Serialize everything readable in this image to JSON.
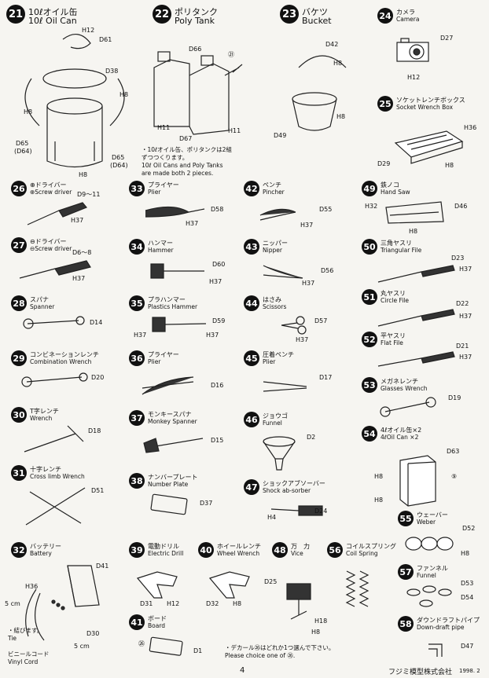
{
  "items": [
    {
      "num": "21",
      "jp": "10ℓオイル缶",
      "en": "10ℓ Oil Can",
      "parts": [
        "H12",
        "D61",
        "D38",
        "H8",
        "H8",
        "D65",
        "(D64)",
        "D65",
        "(D64)",
        "H8"
      ]
    },
    {
      "num": "22",
      "jp": "ポリタンク",
      "en": "Poly Tank",
      "parts": [
        "D66",
        "H11",
        "D67",
        "H11",
        "㉑"
      ]
    },
    {
      "num": "23",
      "jp": "バケツ",
      "en": "Bucket",
      "parts": [
        "D42",
        "H8",
        "H8",
        "D49"
      ]
    },
    {
      "num": "24",
      "jp": "カメラ",
      "en": "Camera",
      "parts": [
        "D27",
        "H12"
      ]
    },
    {
      "num": "25",
      "jp": "ソケットレンチボックス",
      "en": "Socket Wrench Box",
      "parts": [
        "H36",
        "D29",
        "H8"
      ]
    },
    {
      "num": "26",
      "jp": "⊕ドライバー",
      "en": "⊕Screw driver",
      "parts": [
        "D9〜11",
        "H37"
      ]
    },
    {
      "num": "33",
      "jp": "プライヤー",
      "en": "Plier",
      "parts": [
        "D58",
        "H37"
      ]
    },
    {
      "num": "42",
      "jp": "ペンチ",
      "en": "Pincher",
      "parts": [
        "D55",
        "H37"
      ]
    },
    {
      "num": "49",
      "jp": "鉄ノコ",
      "en": "Hand Saw",
      "parts": [
        "H32",
        "D46",
        "H8"
      ]
    },
    {
      "num": "27",
      "jp": "⊖ドライバー",
      "en": "⊖Screw driver",
      "parts": [
        "D6〜8",
        "H37"
      ]
    },
    {
      "num": "34",
      "jp": "ハンマー",
      "en": "Hammer",
      "parts": [
        "D60",
        "H37"
      ]
    },
    {
      "num": "43",
      "jp": "ニッパー",
      "en": "Nipper",
      "parts": [
        "D56",
        "H37"
      ]
    },
    {
      "num": "50",
      "jp": "三角ヤスリ",
      "en": "Triangular File",
      "parts": [
        "D23",
        "H37"
      ]
    },
    {
      "num": "28",
      "jp": "スパナ",
      "en": "Spanner",
      "parts": [
        "D14"
      ]
    },
    {
      "num": "35",
      "jp": "プラハンマー",
      "en": "Plastics Hammer",
      "parts": [
        "D59",
        "H37",
        "H37"
      ]
    },
    {
      "num": "44",
      "jp": "はさみ",
      "en": "Scissors",
      "parts": [
        "D57",
        "H37"
      ]
    },
    {
      "num": "51",
      "jp": "丸ヤスリ",
      "en": "Circle File",
      "parts": [
        "D22",
        "H37"
      ]
    },
    {
      "num": "52",
      "jp": "平ヤスリ",
      "en": "Flat File",
      "parts": [
        "D21",
        "H37"
      ]
    },
    {
      "num": "29",
      "jp": "コンビネーションレンチ",
      "en": "Combination Wrench",
      "parts": [
        "D20"
      ]
    },
    {
      "num": "36",
      "jp": "プライヤー",
      "en": "Plier",
      "parts": [
        "D16"
      ]
    },
    {
      "num": "45",
      "jp": "圧着ペンチ",
      "en": "Plier",
      "parts": [
        "D17"
      ]
    },
    {
      "num": "53",
      "jp": "メガネレンチ",
      "en": "Glasses Wrench",
      "parts": [
        "D19"
      ]
    },
    {
      "num": "30",
      "jp": "T字レンチ",
      "en": "Wrench",
      "parts": [
        "D18"
      ]
    },
    {
      "num": "37",
      "jp": "モンキースパナ",
      "en": "Monkey Spanner",
      "parts": [
        "D15"
      ]
    },
    {
      "num": "46",
      "jp": "ジョウゴ",
      "en": "Funnel",
      "parts": [
        "D2"
      ]
    },
    {
      "num": "54",
      "jp": "4ℓオイル缶×2",
      "en": "4ℓOil Can ×2",
      "parts": [
        "D63",
        "H8",
        "H8",
        "⑨"
      ]
    },
    {
      "num": "31",
      "jp": "十字レンチ",
      "en": "Cross limb Wrench",
      "parts": [
        "D51"
      ]
    },
    {
      "num": "38",
      "jp": "ナンバープレート",
      "en": "Number Plate",
      "parts": [
        "D37"
      ]
    },
    {
      "num": "47",
      "jp": "ショックアブソーバー",
      "en": "Shock ab-sorber",
      "parts": [
        "D24",
        "H4"
      ]
    },
    {
      "num": "55",
      "jp": "ウェーバー",
      "en": "Weber",
      "parts": [
        "D52",
        "H8"
      ]
    },
    {
      "num": "32",
      "jp": "バッテリー",
      "en": "Battery",
      "parts": [
        "D41",
        "H36",
        "D30",
        "5 cm",
        "5 cm"
      ]
    },
    {
      "num": "39",
      "jp": "電動ドリル",
      "en": "Electric Drill",
      "parts": [
        "D31",
        "H12"
      ]
    },
    {
      "num": "40",
      "jp": "ホイールレンチ",
      "en": "Wheel Wrench",
      "parts": [
        "D32",
        "H8"
      ]
    },
    {
      "num": "48",
      "jp": "万　力",
      "en": "Vice",
      "parts": [
        "D25",
        "H18",
        "H8"
      ]
    },
    {
      "num": "56",
      "jp": "コイルスプリング",
      "en": "Coil Spring",
      "parts": []
    },
    {
      "num": "57",
      "jp": "ファンネル",
      "en": "Funnel",
      "parts": [
        "D53",
        "D54"
      ]
    },
    {
      "num": "41",
      "jp": "ボード",
      "en": "Board",
      "parts": [
        "D1",
        "㉖"
      ]
    },
    {
      "num": "58",
      "jp": "ダウンドラフトパイプ",
      "en": "Down-draft pipe",
      "parts": [
        "D47"
      ]
    }
  ],
  "notes": {
    "poly_tank_jp1": "・10ℓオイル缶、ポリタンクは2組",
    "poly_tank_jp2": "ずつつくります。",
    "poly_tank_en1": "10ℓ Oil Cans and Poly Tanks",
    "poly_tank_en2": "are made both 2 pieces.",
    "battery_tie_jp": "・結びます。",
    "battery_tie_en": "Tie",
    "vinyl_cord_jp": "ビニールコード",
    "vinyl_cord_en": "Vinyl Cord",
    "decal_jp": "・デカール㉖はどれか1つ選んで下さい。",
    "decal_en": "Please choice one of ㉖."
  },
  "footer": {
    "page": "4",
    "company": "フジミ模型株式会社",
    "date": "1998. 2"
  }
}
